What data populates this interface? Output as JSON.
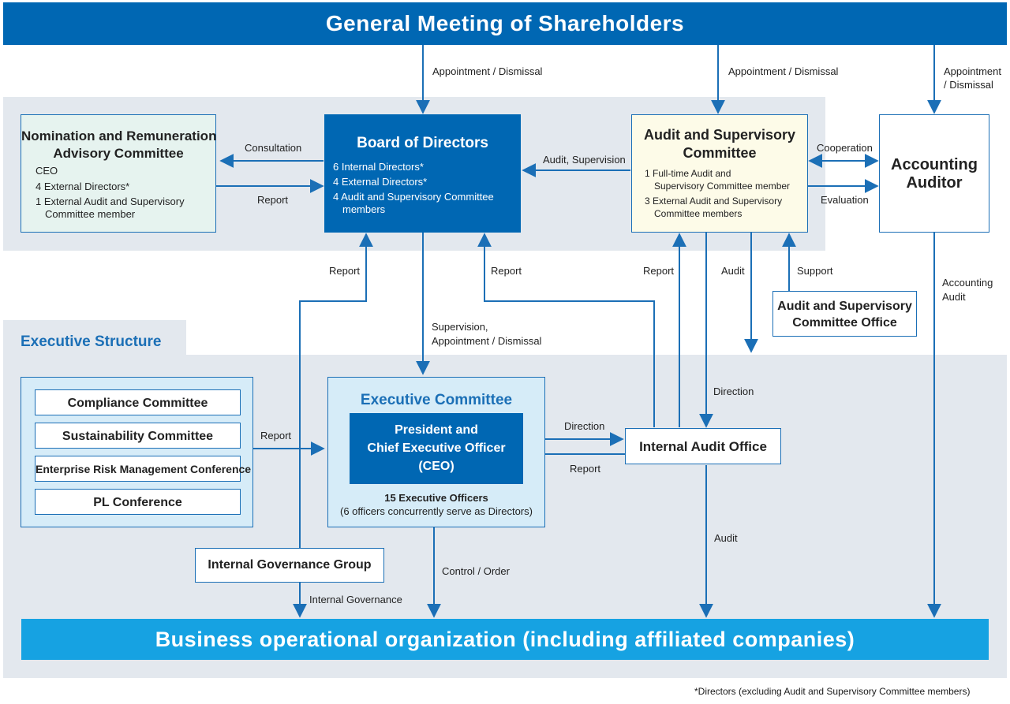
{
  "top_title": "General Meeting of Shareholders",
  "bottom_title": "Business operational organization (including affiliated companies)",
  "executive_structure_label": "Executive Structure",
  "nomination": {
    "title_line1": "Nomination and Remuneration",
    "title_line2": "Advisory Committee",
    "items": [
      "CEO",
      "4 External Directors*",
      "1 External Audit and Supervisory",
      "Committee member"
    ]
  },
  "board": {
    "title": "Board of Directors",
    "items": [
      "6 Internal Directors*",
      "4 External Directors*",
      "4 Audit and Supervisory Committee",
      "members"
    ]
  },
  "audit_committee": {
    "title_line1": "Audit and Supervisory",
    "title_line2": "Committee",
    "items": [
      "1 Full-time Audit and",
      "Supervisory Committee member",
      "3 External Audit and Supervisory",
      "Committee members"
    ]
  },
  "accounting_auditor": {
    "line1": "Accounting",
    "line2": "Auditor"
  },
  "audit_office": {
    "line1": "Audit and Supervisory",
    "line2": "Committee Office"
  },
  "committees": [
    "Compliance Committee",
    "Sustainability Committee",
    "Enterprise Risk Management Conference",
    "PL Conference"
  ],
  "executive_committee": {
    "title": "Executive Committee",
    "ceo_line1": "President and",
    "ceo_line2": "Chief Executive Officer",
    "ceo_line3": "(CEO)",
    "officers_line1": "15 Executive Officers",
    "officers_line2": "(6 officers concurrently serve as Directors)"
  },
  "internal_audit_office": "Internal Audit Office",
  "internal_governance_group": "Internal Governance Group",
  "labels": {
    "appointment_dismissal": "Appointment / Dismissal",
    "appointment_line1": "Appointment",
    "appointment_line2": "/ Dismissal",
    "consultation": "Consultation",
    "report": "Report",
    "audit_supervision": "Audit, Supervision",
    "cooperation": "Cooperation",
    "evaluation": "Evaluation",
    "audit": "Audit",
    "support": "Support",
    "accounting_audit_line1": "Accounting",
    "accounting_audit_line2": "Audit",
    "supervision_line1": "Supervision,",
    "supervision_line2": "Appointment / Dismissal",
    "direction": "Direction",
    "control_order": "Control / Order",
    "internal_governance": "Internal Governance"
  },
  "footnote": "*Directors (excluding Audit and Supervisory Committee members)",
  "colors": {
    "dark_blue": "#0067b3",
    "bright_blue": "#16a2e2",
    "panel_gray": "#e3e8ee",
    "mint": "#e6f3ef",
    "cream": "#fdfbe8",
    "light_blue": "#d6ecf8"
  }
}
